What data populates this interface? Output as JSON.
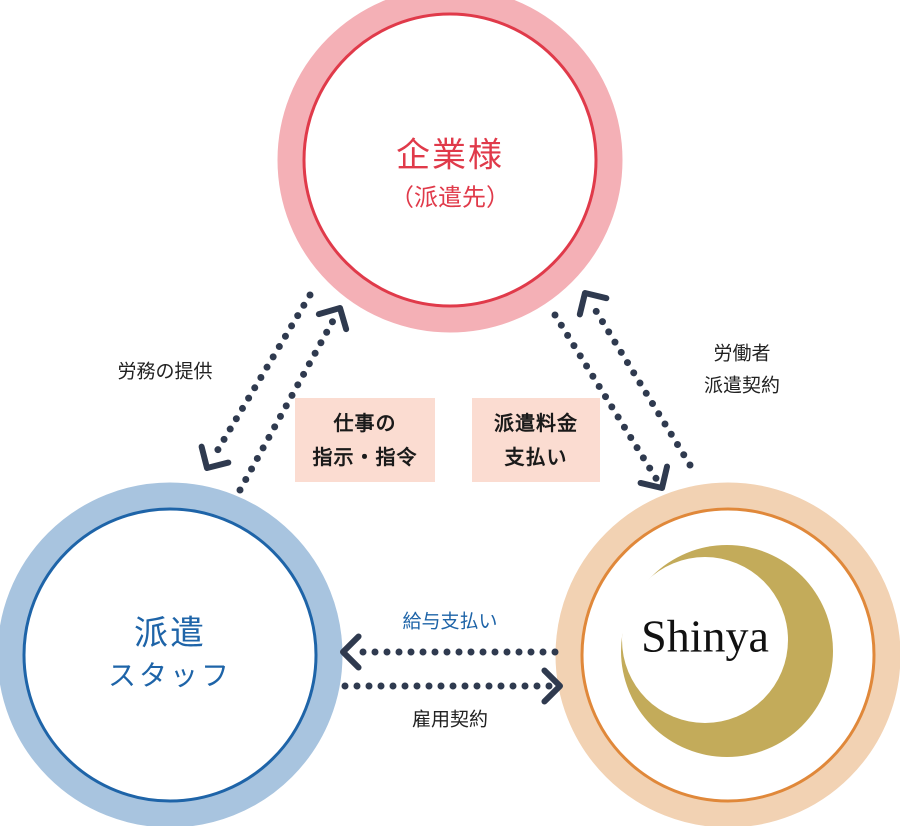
{
  "colors": {
    "client": "#e03a4a",
    "client_ring": "#f4b0b6",
    "staff": "#1e64a8",
    "staff_ring": "#a8c4df",
    "company": "#e0883a",
    "company_ring": "#f2d2b3",
    "arrow": "#2f3a4f",
    "label_box": "#fbdcd1",
    "logo_gold": "#c3ab5a"
  },
  "client": {
    "title": "企業様",
    "subtitle": "（派遣先）"
  },
  "staff": {
    "title": "派遣",
    "subtitle": "スタッフ"
  },
  "company": {
    "logo_text": "Shinya"
  },
  "labels": {
    "labor": "労務の提供",
    "instruction": [
      "仕事の",
      "指示・指令"
    ],
    "fee": [
      "派遣料金",
      "支払い"
    ],
    "contract": [
      "労働者",
      "派遣契約"
    ],
    "salary": "給与支払い",
    "employment": "雇用契約"
  }
}
